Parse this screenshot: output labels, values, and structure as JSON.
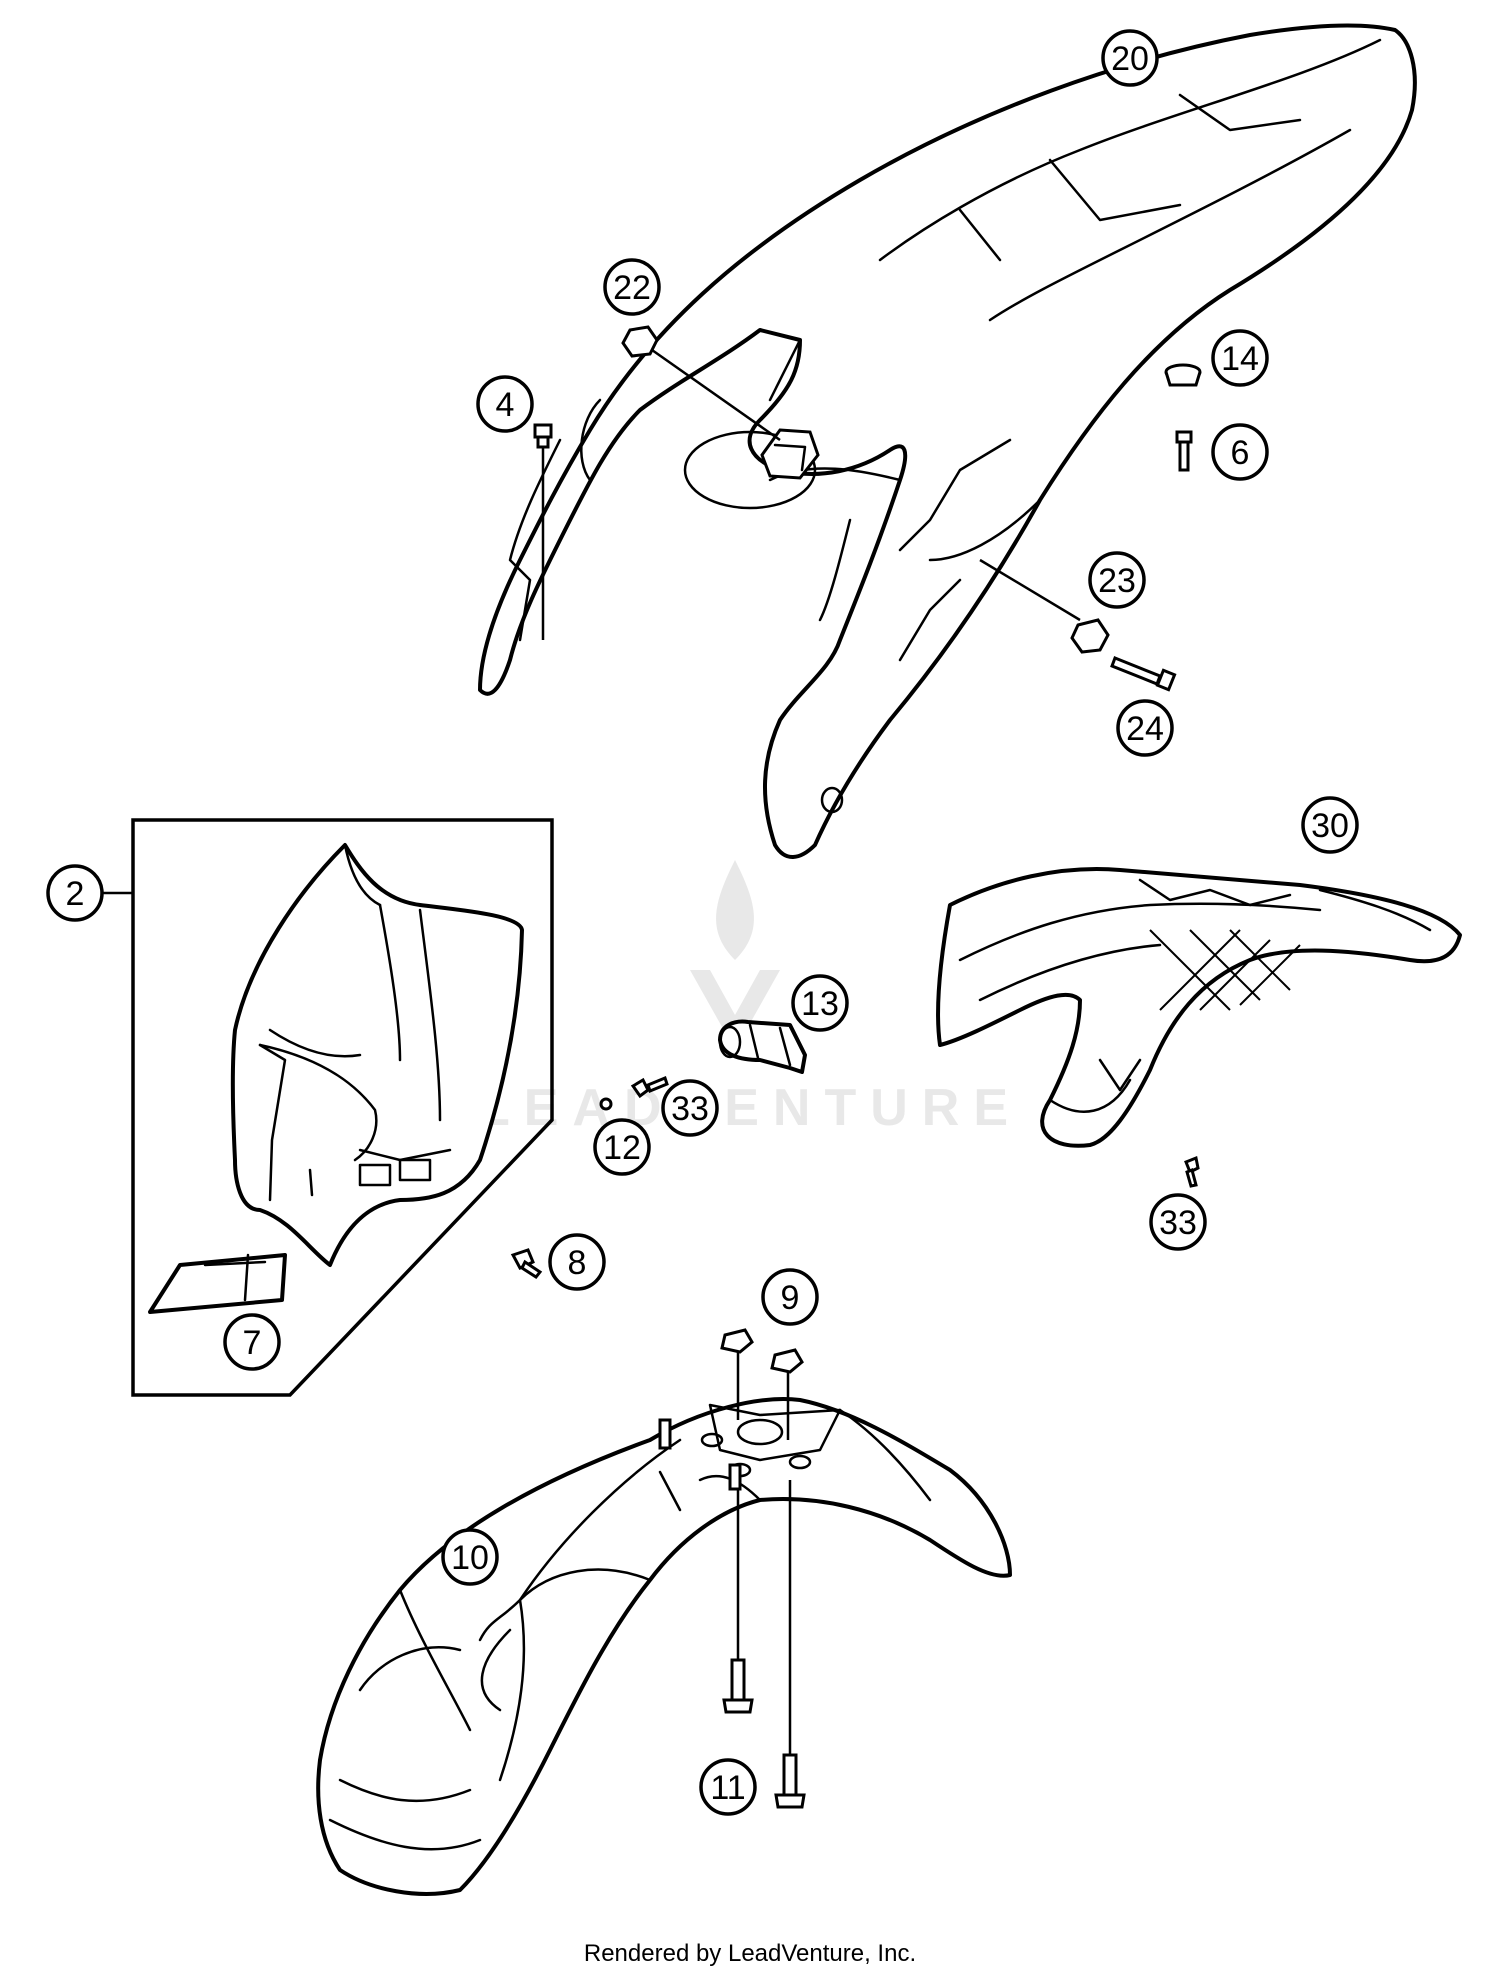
{
  "watermark": {
    "text": "LEADVENTURE",
    "color": "#e8e8e8"
  },
  "footer": {
    "credit": "Rendered by LeadVenture, Inc."
  },
  "parts": [
    {
      "id": "rear-fender",
      "label": "20"
    },
    {
      "id": "nut-22",
      "label": "22"
    },
    {
      "id": "screw-4",
      "label": "4"
    },
    {
      "id": "grommet-14",
      "label": "14"
    },
    {
      "id": "screw-6",
      "label": "6"
    },
    {
      "id": "clip-23",
      "label": "23"
    },
    {
      "id": "screw-24",
      "label": "24"
    },
    {
      "id": "headlight-mask-kit",
      "label": "2"
    },
    {
      "id": "decal-7",
      "label": "7"
    },
    {
      "id": "screw-8",
      "label": "8"
    },
    {
      "id": "holder-13",
      "label": "13"
    },
    {
      "id": "screw-33a",
      "label": "33"
    },
    {
      "id": "nut-12",
      "label": "12"
    },
    {
      "id": "rear-support-30",
      "label": "30"
    },
    {
      "id": "screw-33b",
      "label": "33"
    },
    {
      "id": "nut-9",
      "label": "9"
    },
    {
      "id": "front-fender",
      "label": "10"
    },
    {
      "id": "screw-11",
      "label": "11"
    }
  ]
}
